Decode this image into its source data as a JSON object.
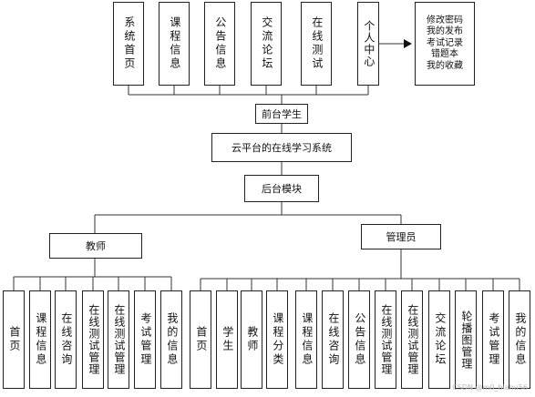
{
  "front": {
    "label": "前台学生",
    "items": [
      "系统首页",
      "课程信息",
      "公告信息",
      "交流论坛",
      "在线测试",
      "个人中心"
    ],
    "personal_details": [
      "修改密码",
      "我的发布",
      "考试记录",
      "错题本",
      "我的收藏"
    ]
  },
  "system": {
    "label": "云平台的在线学习系统"
  },
  "backend": {
    "label": "后台模块"
  },
  "teacher": {
    "label": "教师",
    "items": [
      "首页",
      "课程信息",
      "在线咨询",
      "在线测试管理",
      "在线测试管理",
      "考试管理",
      "我的信息"
    ]
  },
  "admin": {
    "label": "管理员",
    "items": [
      "首页",
      "学生",
      "教师",
      "课程分类",
      "课程信息",
      "在线咨询",
      "公告信息",
      "在线测试管理",
      "在线测试管理",
      "交流论坛",
      "轮播图管理",
      "考试管理",
      "我的信息"
    ]
  },
  "watermark": "CSDN @m0_biahu56"
}
